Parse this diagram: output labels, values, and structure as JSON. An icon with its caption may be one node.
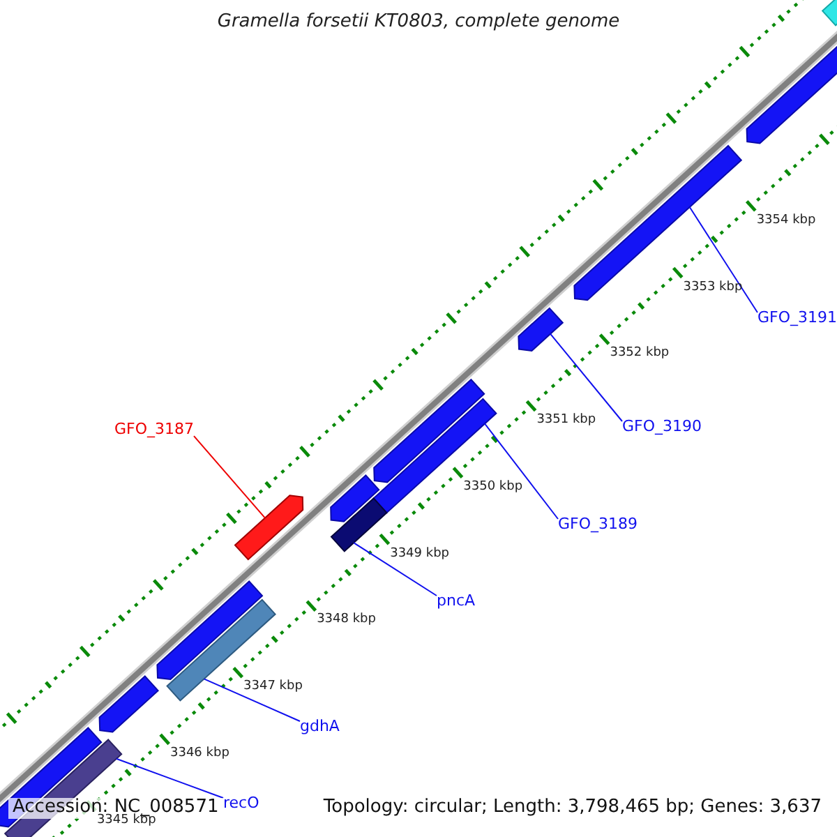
{
  "diagram": {
    "title": "Gramella forsetii KT0803, complete genome",
    "nodes": [
      {
        "text": [
          "GFO_3187"
        ]
      },
      {
        "text": [
          "GFO_3191"
        ]
      },
      {
        "text": [
          "GFO_3190"
        ]
      },
      {
        "text": [
          "GFO_3189"
        ]
      },
      {
        "text": [
          "pncA"
        ]
      },
      {
        "text": [
          "gdhA"
        ]
      },
      {
        "text": [
          "recO"
        ]
      },
      {
        "text": [],
        "shape": "bar"
      },
      {
        "text": [],
        "shape": "bar"
      },
      {
        "text": [],
        "shape": "bar"
      },
      {
        "text": [],
        "shape": "bar"
      },
      {
        "text": [],
        "shape": "bar"
      },
      {
        "text": [],
        "shape": "bar"
      },
      {
        "text": [],
        "shape": "bar"
      },
      {
        "text": [],
        "shape": "bar"
      },
      {
        "text": [],
        "shape": "bar"
      },
      {
        "text": [],
        "shape": "bar"
      },
      {
        "text": [],
        "shape": "bar"
      },
      {
        "text": [],
        "shape": "bar"
      },
      {
        "text": [],
        "shape": "bar"
      },
      {
        "text": [],
        "shape": "bar"
      }
    ],
    "edges": [
      {
        "from": 0,
        "to": 15,
        "arrow": "none",
        "color": "#ee0000"
      },
      {
        "from": 1,
        "to": 9,
        "arrow": "none"
      },
      {
        "from": 2,
        "to": 10,
        "arrow": "none"
      },
      {
        "from": 3,
        "to": 12,
        "arrow": "none"
      },
      {
        "from": 4,
        "to": 14,
        "arrow": "none"
      },
      {
        "from": 5,
        "to": 17,
        "arrow": "none"
      },
      {
        "from": 6,
        "to": 20,
        "arrow": "none"
      }
    ],
    "labels": [
      "3354 kbp",
      "3353 kbp",
      "3352 kbp",
      "3351 kbp",
      "3350 kbp",
      "3349 kbp",
      "3348 kbp",
      "3347 kbp",
      "3346 kbp",
      "Accession: NC_008571",
      "Topology: circular; Length: 3,798,465 bp; Genes: 3,637",
      "3345 kbp"
    ]
  }
}
